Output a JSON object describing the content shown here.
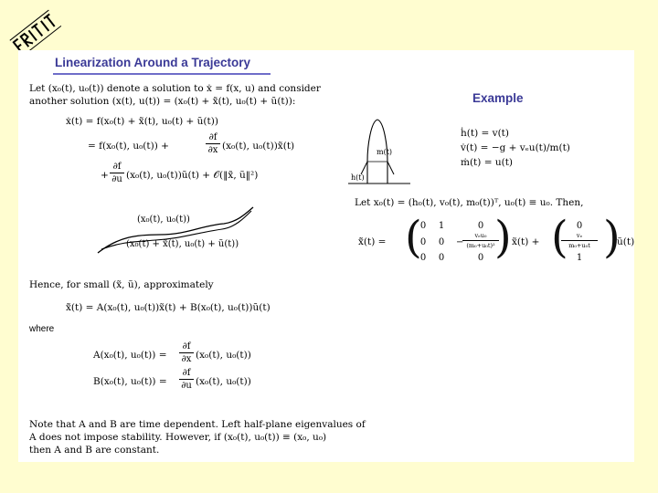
{
  "logo": {
    "text": "FRIT IT-I"
  },
  "slide": {
    "title": "Linearization Around a Trajectory",
    "intro_line1": "Let (x₀(t), u₀(t)) denote a solution to ẋ = f(x, u) and consider",
    "intro_line2": "another solution (x(t), u(t)) = (x₀(t) + x̃(t), u₀(t) + ũ(t)):",
    "eq1": "ẋ(t) = f(x₀(t) + x̃(t), u₀(t) + ũ(t))",
    "eq2_left": "= f(x₀(t), u₀(t)) +",
    "eq2_frac_num": "∂f",
    "eq2_frac_den": "∂x",
    "eq2_right": "(x₀(t), u₀(t))x̃(t)",
    "eq3_left": "+",
    "eq3_frac_num": "∂f",
    "eq3_frac_den": "∂u",
    "eq3_right": "(x₀(t), u₀(t))ũ(t) + 𝒪(‖x̃, ũ‖²)",
    "traj_label_upper": "(x₀(t), u₀(t))",
    "traj_label_lower": "(x₀(t) + x̃(t), u₀(t) + ũ(t))",
    "hence": "Hence, for small (x̃, ũ), approximately",
    "lin_eq": "x̃̇(t) = A(x₀(t), u₀(t))x̃(t) + B(x₀(t), u₀(t))ũ(t)",
    "where": "where",
    "A_left": "A(x₀(t), u₀(t)) =",
    "A_frac_num": "∂f",
    "A_frac_den": "∂x",
    "A_right": "(x₀(t), u₀(t))",
    "B_left": "B(x₀(t), u₀(t)) =",
    "B_frac_num": "∂f",
    "B_frac_den": "∂u",
    "B_right": "(x₀(t), u₀(t))",
    "note_line1": "Note that A and B are time dependent. Left half-plane eigenvalues of",
    "note_line2": "A does not impose stability. However, if (x₀(t), u₀(t)) ≡ (x₀, u₀)",
    "note_line3": "then A and B are constant.",
    "example_title": "Example",
    "rocket_m_label": "m(t)",
    "rocket_h_label": "h(t)",
    "ex_eq1": "ḣ(t) = v(t)",
    "ex_eq2": "v̇(t) = −g + vₑu(t)/m(t)",
    "ex_eq3": "ṁ(t) = u(t)",
    "ex_let": "Let x₀(t) = (h₀(t), v₀(t), m₀(t))ᵀ, u₀(t) ≡ u₀. Then,",
    "ex_lhs": "x̃̇(t) =",
    "ex_mid": "x̃(t) +",
    "ex_rhs": "ũ(t)",
    "A_matrix": {
      "r1": [
        "0",
        "1",
        "0"
      ],
      "r2": [
        "0",
        "0",
        ""
      ],
      "r3": [
        "0",
        "0",
        "0"
      ],
      "a23_num": "vₑu₀",
      "a23_den": "(m₀+u₀t)²",
      "a23_sign": "−"
    },
    "B_vector": {
      "r1": "0",
      "r2_num": "vₑ",
      "r2_den": "m₀+u₀t",
      "r3": "1"
    }
  }
}
